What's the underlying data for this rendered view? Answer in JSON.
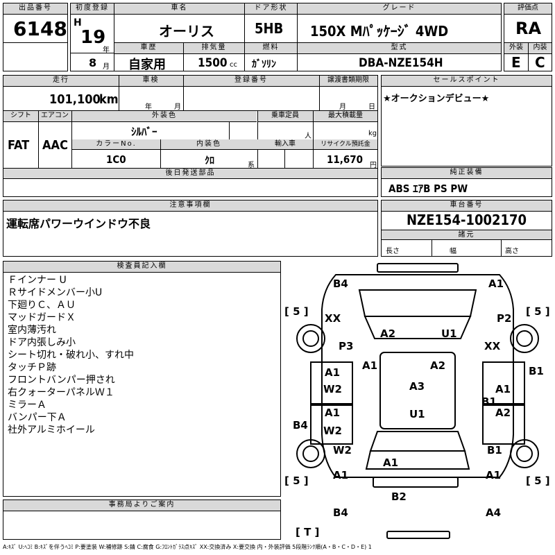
{
  "header": {
    "lot_label": "出品番号",
    "lot_no": "6148",
    "first_reg_label": "初度登録",
    "era": "H",
    "year": "19",
    "year_unit": "年",
    "month": "8",
    "month_unit": "月",
    "car_name_label": "車名",
    "car_name": "オーリス",
    "door_label": "ドア形状",
    "door": "5HB",
    "grade_label": "グレード",
    "grade": "150X Mﾊﾟｯｹｰｼﾞ 4WD",
    "score_label": "評価点",
    "score": "RA",
    "history_label": "車歴",
    "history": "自家用",
    "displacement_label": "排気量",
    "displacement": "1500",
    "displacement_unit": "cc",
    "fuel_label": "燃料",
    "fuel": "ｶﾞｿﾘﾝ",
    "model_label": "型式",
    "model": "DBA-NZE154H",
    "ext_label": "外装",
    "ext_grade": "E",
    "int_label": "内装",
    "int_grade": "C"
  },
  "row2": {
    "mileage_label": "走行",
    "mileage": "101,100",
    "mileage_unit": "km",
    "inspection_label": "車検",
    "insp_year_unit": "年",
    "insp_month_unit": "月",
    "reg_label": "登録番号",
    "transfer_label": "譲渡書類期限",
    "transfer_month_unit": "月",
    "transfer_day_unit": "日",
    "shift_label": "シフト",
    "shift": "FAT",
    "ac_label": "エアコン",
    "ac": "AAC",
    "exterior_color_label": "外装色",
    "exterior_color": "ｼﾙﾊﾞｰ",
    "capacity_label": "乗車定員",
    "capacity_unit": "人",
    "max_load_label": "最大積載量",
    "max_load_unit": "kg",
    "color_no_label": "カラーNo.",
    "color_no": "1C0",
    "interior_color_label": "内装色",
    "interior_color": "ｸﾛ",
    "interior_color_unit": "系",
    "import_label": "輸入車",
    "recycle_label": "リサイクル預託金",
    "recycle": "11,670",
    "recycle_unit": "円"
  },
  "sales_point": {
    "label": "セールスポイント",
    "text": "★オークションデビュー★"
  },
  "later_parts": {
    "label": "後日発送部品"
  },
  "genuine": {
    "label": "純正装備",
    "text": "ABS ｴｱB PS PW"
  },
  "notes": {
    "label": "注意事項欄",
    "text": "運転席パワーウインドウ不良"
  },
  "chassis": {
    "label": "車台番号",
    "number": "NZE154-1002170",
    "specs_label": "諸元",
    "length_label": "長さ",
    "width_label": "幅",
    "height_label": "高さ"
  },
  "inspector": {
    "label": "検査員記入欄",
    "lines": [
      "Ｆインナー U",
      "Ｒサイドメンバー小U",
      "下廻りＣ、ＡＵ",
      "マッドガードＸ",
      "室内薄汚れ",
      "ドア内張しみ小",
      "シート切れ・破れ小、すれ中",
      "タッチＰ跡",
      "フロントバンパー押され",
      "右クォーターパネルＷ１",
      "ミラーＡ",
      "バンパー下Ａ",
      "社外アルミホイール"
    ]
  },
  "office": {
    "label": "事務局よりご案内"
  },
  "diagram": {
    "tire_marks": [
      "[ 5 ]",
      "[ 5 ]",
      "[ 5 ]",
      "[ 5 ]",
      "[ T ]"
    ],
    "damage_marks": [
      "B4",
      "A1",
      "XX",
      "P2",
      "P3",
      "XX",
      "A2",
      "U1",
      "A1",
      "A2",
      "B1",
      "A1",
      "W2",
      "A3",
      "A1",
      "B1",
      "B4",
      "A1",
      "W2",
      "U1",
      "A2",
      "W2",
      "B1",
      "A1",
      "A1",
      "A1",
      "B2",
      "B4",
      "A4"
    ]
  },
  "legend": "A:ｷｽﾞ U:ﾍｺﾐ B:ｷｽﾞを伴うﾍｺﾐ P:要塗装 W:補修跡 S:錆 C:腐食 G:ﾌﾛﾝﾄｶﾞﾗｽ点ｷｽﾞ XX:交換済み X:要交換  内・外装評価  5段階ﾗﾝｸ順(A・B・C・D・E) 1"
}
